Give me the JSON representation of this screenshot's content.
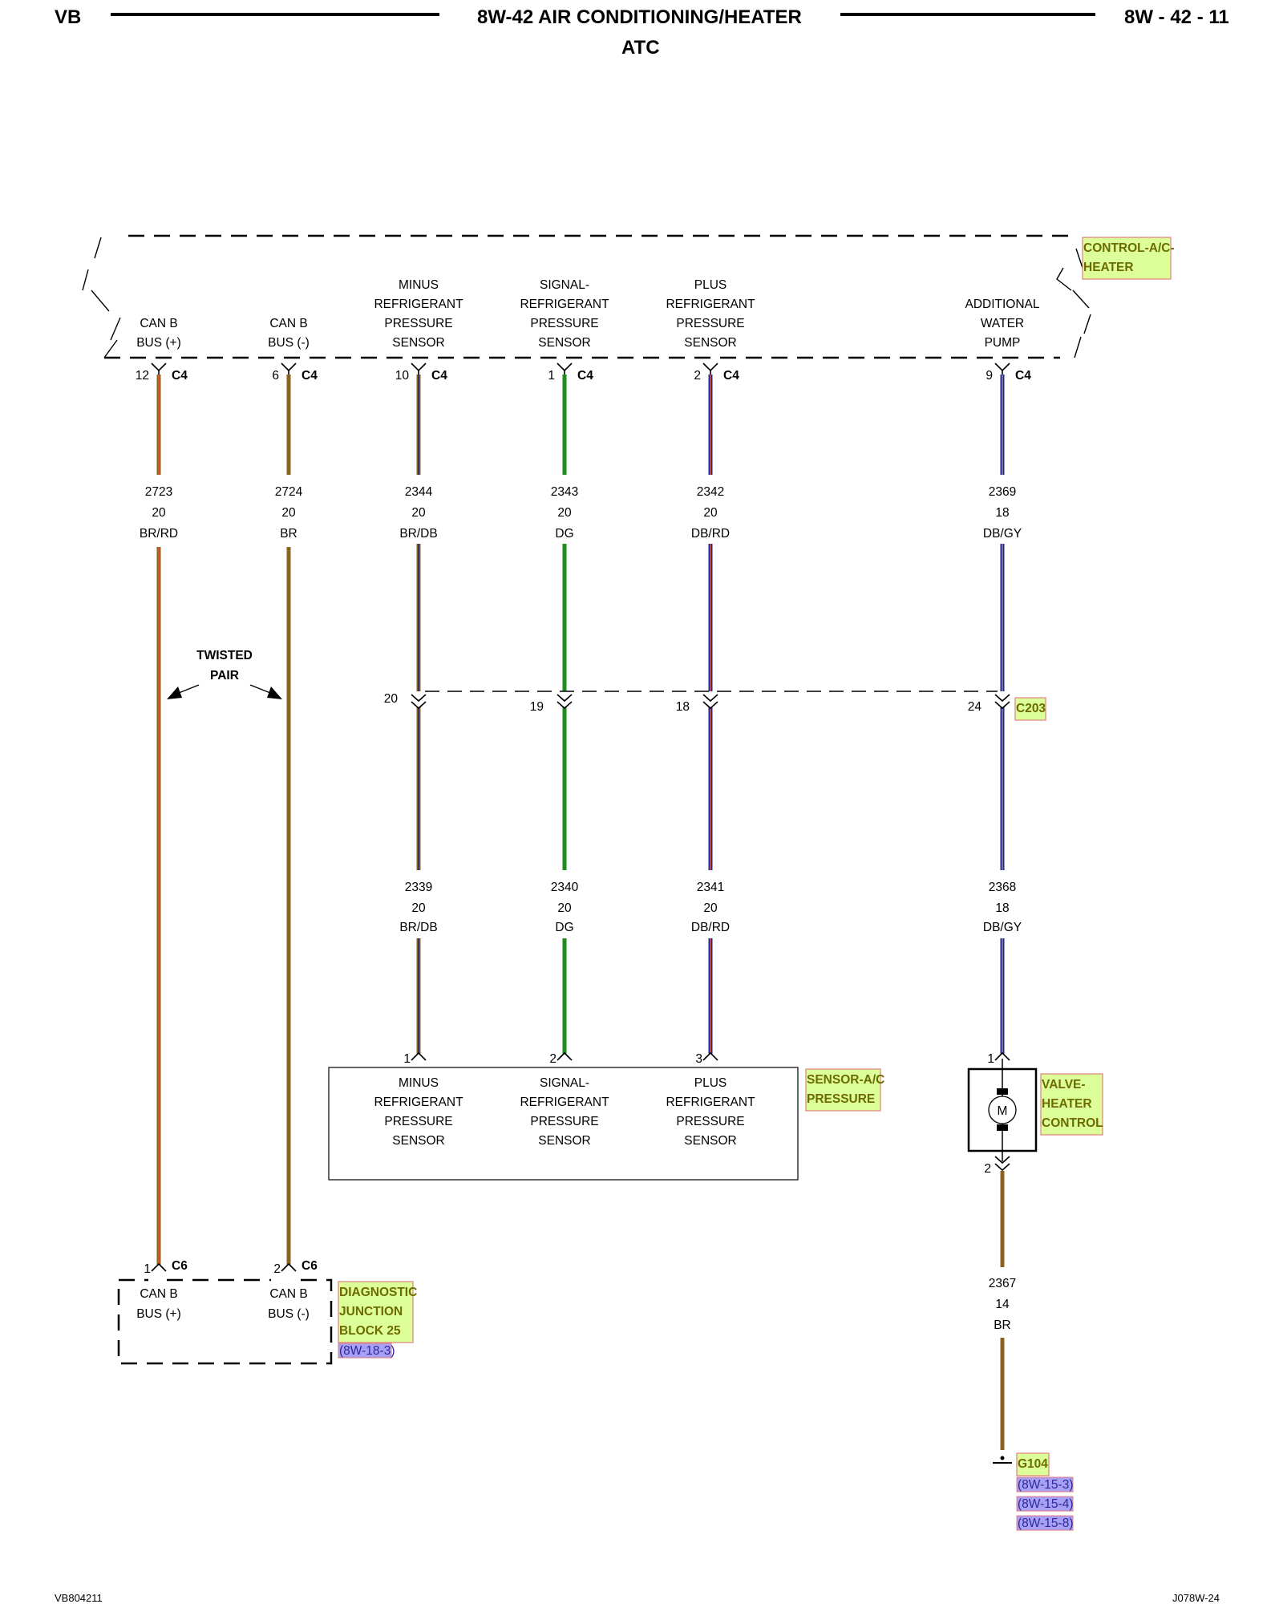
{
  "header": {
    "left": "VB",
    "title": "8W-42 AIR CONDITIONING/HEATER",
    "subtitle": "ATC",
    "page": "8W - 42 - 11"
  },
  "footer": {
    "left": "VB804211",
    "right": "J078W-24"
  },
  "colors": {
    "BR": "#8a6420",
    "RD": "#e8502a",
    "DB": "#23238f",
    "DG": "#1e8c1e",
    "GY": "#8c8c8c",
    "highlight_fill": "#ddff9a",
    "highlight_border": "#e08080",
    "link_fill": "#a9a0f5"
  },
  "control_module": {
    "name": [
      "CONTROL-A/C-",
      "HEATER"
    ],
    "pins": [
      {
        "label": [
          "CAN B",
          "BUS (+)"
        ],
        "pin": "12",
        "connector": "C4"
      },
      {
        "label": [
          "CAN B",
          "BUS (-)"
        ],
        "pin": "6",
        "connector": "C4"
      },
      {
        "label": [
          "MINUS",
          "REFRIGERANT",
          "PRESSURE",
          "SENSOR"
        ],
        "pin": "10",
        "connector": "C4"
      },
      {
        "label": [
          "SIGNAL-",
          "REFRIGERANT",
          "PRESSURE",
          "SENSOR"
        ],
        "pin": "1",
        "connector": "C4"
      },
      {
        "label": [
          "PLUS",
          "REFRIGERANT",
          "PRESSURE",
          "SENSOR"
        ],
        "pin": "2",
        "connector": "C4"
      },
      {
        "label": [
          "ADDITIONAL",
          "WATER",
          "PUMP"
        ],
        "pin": "9",
        "connector": "C4"
      }
    ]
  },
  "upper_wires": [
    {
      "circuit": "2723",
      "gauge": "20",
      "color": "BR/RD"
    },
    {
      "circuit": "2724",
      "gauge": "20",
      "color": "BR"
    },
    {
      "circuit": "2344",
      "gauge": "20",
      "color": "BR/DB"
    },
    {
      "circuit": "2343",
      "gauge": "20",
      "color": "DG"
    },
    {
      "circuit": "2342",
      "gauge": "20",
      "color": "DB/RD"
    },
    {
      "circuit": "2369",
      "gauge": "18",
      "color": "DB/GY"
    }
  ],
  "twisted_pair": [
    "TWISTED",
    "PAIR"
  ],
  "inline_connector": {
    "name": "C203",
    "pins": [
      "20",
      "19",
      "18",
      "24"
    ]
  },
  "lower_wires": [
    {
      "circuit": "2339",
      "gauge": "20",
      "color": "BR/DB"
    },
    {
      "circuit": "2340",
      "gauge": "20",
      "color": "DG"
    },
    {
      "circuit": "2341",
      "gauge": "20",
      "color": "DB/RD"
    },
    {
      "circuit": "2368",
      "gauge": "18",
      "color": "DB/GY"
    }
  ],
  "sensor": {
    "name": [
      "SENSOR-A/C",
      "PRESSURE"
    ],
    "pins": [
      {
        "pin": "1",
        "label": [
          "MINUS",
          "REFRIGERANT",
          "PRESSURE",
          "SENSOR"
        ]
      },
      {
        "pin": "2",
        "label": [
          "SIGNAL-",
          "REFRIGERANT",
          "PRESSURE",
          "SENSOR"
        ]
      },
      {
        "pin": "3",
        "label": [
          "PLUS",
          "REFRIGERANT",
          "PRESSURE",
          "SENSOR"
        ]
      }
    ]
  },
  "valve": {
    "name": [
      "VALVE-",
      "HEATER",
      "CONTROL"
    ],
    "motor_symbol": "M",
    "pin_top": "1",
    "pin_bottom": "2"
  },
  "ground_wire": {
    "circuit": "2367",
    "gauge": "14",
    "color": "BR"
  },
  "ground": {
    "name": "G104",
    "refs": [
      "(8W-15-3)",
      "(8W-15-4)",
      "(8W-15-8)"
    ]
  },
  "diagnostic": {
    "name": [
      "DIAGNOSTIC",
      "JUNCTION",
      "BLOCK 25"
    ],
    "ref": "(8W-18-3)",
    "pins": [
      {
        "pin": "1",
        "connector": "C6",
        "label": [
          "CAN B",
          "BUS (+)"
        ]
      },
      {
        "pin": "2",
        "connector": "C6",
        "label": [
          "CAN B",
          "BUS (-)"
        ]
      }
    ]
  }
}
